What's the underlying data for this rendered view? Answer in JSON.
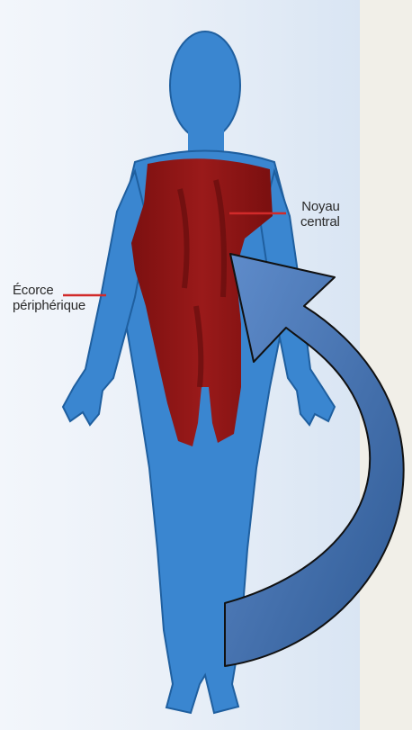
{
  "labels": {
    "core_line1": "Noyau",
    "core_line2": "central",
    "shell_line1": "Écorce",
    "shell_line2": "périphérique"
  },
  "colors": {
    "body": "#3a86d0",
    "body_outline": "#1f5f9f",
    "core": "#8a1414",
    "core_dark": "#5e0c0c",
    "pointer_line": "#d12a2a",
    "arrow_fill": "#4a76b0",
    "arrow_stroke": "#111111",
    "panel_bg": "#eaf0f8",
    "page_bg": "#f1efe8"
  }
}
